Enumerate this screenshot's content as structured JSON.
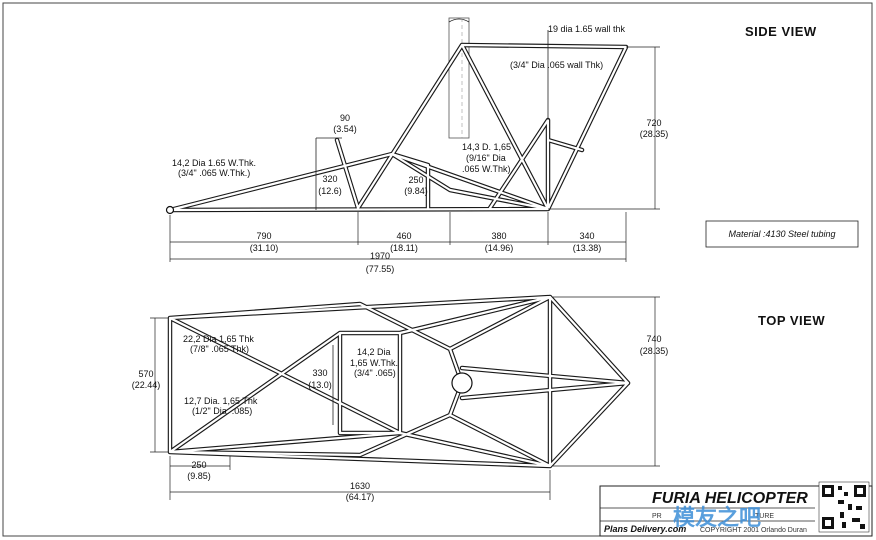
{
  "side_view": {
    "title": "SIDE VIEW",
    "labels": {
      "mast_spec": "19 dia 1.65 wall thk",
      "mast_spec_imperial": "(3/4\" Dia .065 wall Thk)",
      "height_mm": "720",
      "height_in": "(28.35)",
      "tail_spec": "14,2 Dia 1.65 W.Thk.",
      "tail_spec_imperial": "(3/4\" .065 W.Thk.)",
      "strut_top_mm": "90",
      "strut_top_in": "(3.54)",
      "strut_h_mm": "320",
      "strut_h_in": "(12.6)",
      "mid_h_mm": "250",
      "mid_h_in": "(9.84)",
      "brace_spec": "14,3 D. 1,65",
      "brace_spec_2": "(9/16\" Dia",
      "brace_spec_3": ".065 W.Thk)",
      "dim1_mm": "790",
      "dim1_in": "(31.10)",
      "dim2_mm": "460",
      "dim2_in": "(18.11)",
      "dim3_mm": "380",
      "dim3_in": "(14.96)",
      "dim4_mm": "340",
      "dim4_in": "(13.38)",
      "total_mm": "1970",
      "total_in": "(77.55)"
    }
  },
  "material": "Material :4130 Steel tubing",
  "top_view": {
    "title": "TOP VIEW",
    "labels": {
      "front_spec": "22,2 Dia 1,65 Thk",
      "front_spec_imperial": "(7/8\" .065 Thk)",
      "cross_spec": "14,2 Dia",
      "cross_spec_2": "1,65 W.Thk.",
      "cross_spec_3": "(3/4\" .065)",
      "width_mm": "570",
      "width_in": "(22.44)",
      "depth_mm": "330",
      "depth_in": "(13.0)",
      "small_spec": "12,7 Dia. 1,65 Thk",
      "small_spec_imperial": "(1/2\" Dia. .085)",
      "right_w_mm": "740",
      "right_w_in": "(28.35)",
      "offset_mm": "250",
      "offset_in": "(9.85)",
      "length_mm": "1630",
      "length_in": "(64.17)"
    }
  },
  "title_block": {
    "brand": "FURIA HELICOPTER",
    "line2_a": "PR",
    "line2_b": "TURE",
    "website": "Plans Delivery.com",
    "copyright": "COPYRIGHT 2001 Orlando Duran"
  },
  "watermark": {
    "text": "模友之吧"
  }
}
